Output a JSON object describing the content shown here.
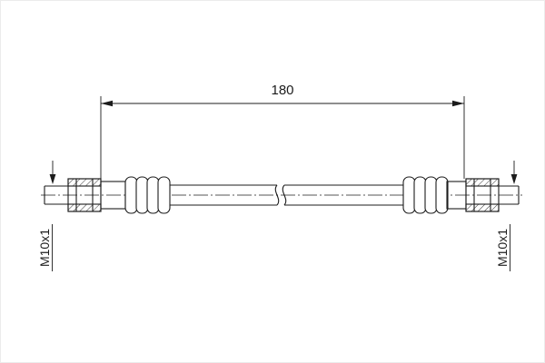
{
  "drawing": {
    "dimension_length_label": "180",
    "left_thread_label": "M10x1",
    "right_thread_label": "M10x1"
  },
  "colors": {
    "line": "#1c1c1c",
    "background": "#ffffff"
  }
}
